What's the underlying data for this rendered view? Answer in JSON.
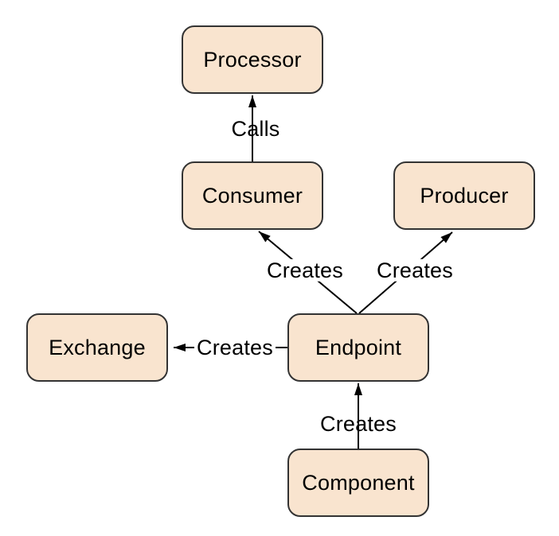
{
  "diagram": {
    "title_hint": "Endpoint factory relationships",
    "colors": {
      "background": "#FFFFFF",
      "node_fill": "#F9E4CF",
      "node_border": "#333333",
      "line": "#000000",
      "text": "#000000"
    },
    "nodes": {
      "processor": {
        "label": "Processor"
      },
      "consumer": {
        "label": "Consumer"
      },
      "producer": {
        "label": "Producer"
      },
      "exchange": {
        "label": "Exchange"
      },
      "endpoint": {
        "label": "Endpoint"
      },
      "component": {
        "label": "Component"
      }
    },
    "edges": {
      "consumer_calls_processor": {
        "from": "Consumer",
        "to": "Processor",
        "label": "Calls"
      },
      "endpoint_creates_consumer": {
        "from": "Endpoint",
        "to": "Consumer",
        "label": "Creates"
      },
      "endpoint_creates_producer": {
        "from": "Endpoint",
        "to": "Producer",
        "label": "Creates"
      },
      "endpoint_creates_exchange": {
        "from": "Endpoint",
        "to": "Exchange",
        "label": "Creates"
      },
      "component_creates_endpoint": {
        "from": "Component",
        "to": "Endpoint",
        "label": "Creates"
      }
    }
  }
}
